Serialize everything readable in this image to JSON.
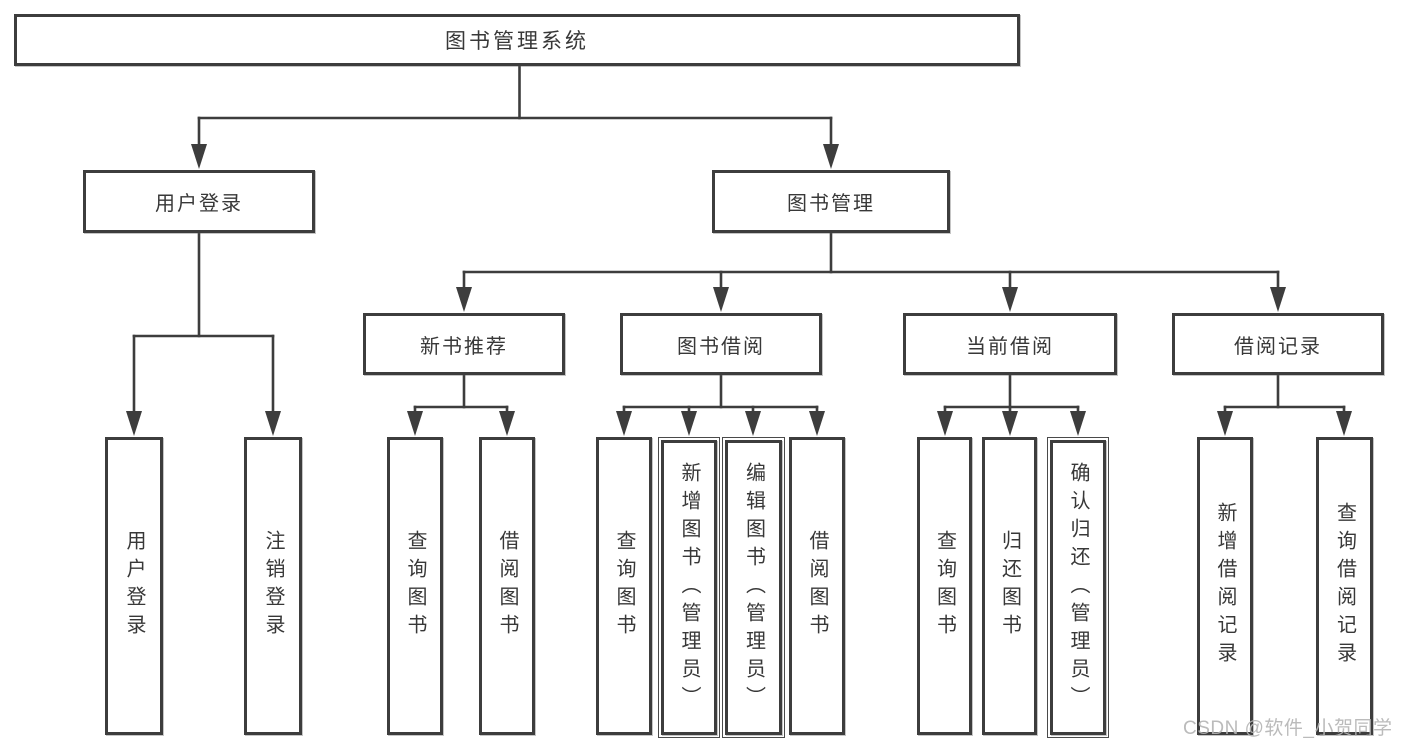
{
  "colors": {
    "line": "#3d3d3d",
    "box_border": "#3d3d3d",
    "text": "#383838",
    "box_background": "#ffffff",
    "watermark_text_color": "#b4b4b4"
  },
  "watermark": {
    "text": "CSDN @软件_小贺同学"
  },
  "tree": {
    "root": {
      "label": "图书管理系统",
      "children": [
        {
          "label": "用户登录",
          "children": [
            {
              "label": "用户登录"
            },
            {
              "label": "注销登录"
            }
          ]
        },
        {
          "label": "图书管理",
          "children": [
            {
              "label": "新书推荐",
              "children": [
                {
                  "label": "查询图书"
                },
                {
                  "label": "借阅图书"
                }
              ]
            },
            {
              "label": "图书借阅",
              "children": [
                {
                  "label": "查询图书"
                },
                {
                  "label": "新增图书（管理员）"
                },
                {
                  "label": "编辑图书（管理员）"
                },
                {
                  "label": "借阅图书"
                }
              ]
            },
            {
              "label": "当前借阅",
              "children": [
                {
                  "label": "查询图书"
                },
                {
                  "label": "归还图书"
                },
                {
                  "label": "确认归还（管理员）"
                }
              ]
            },
            {
              "label": "借阅记录",
              "children": [
                {
                  "label": "新增借阅记录"
                },
                {
                  "label": "查询借阅记录"
                }
              ]
            }
          ]
        }
      ]
    }
  }
}
